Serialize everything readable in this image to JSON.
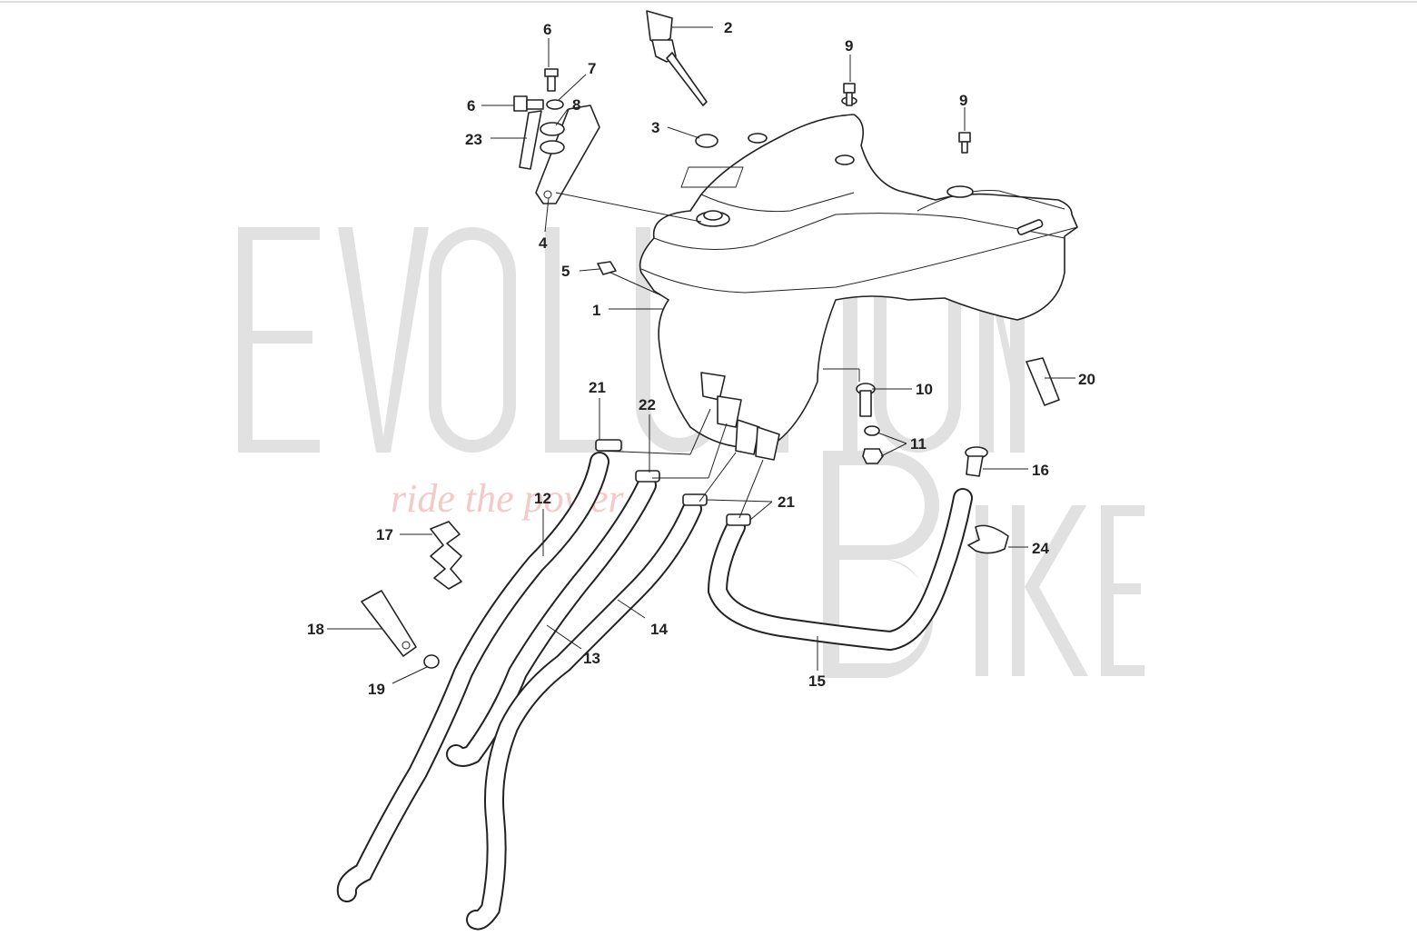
{
  "watermark": {
    "brand": "EvolutionBike",
    "tagline": "ride the power"
  },
  "callouts": [
    {
      "id": "1",
      "text": "1"
    },
    {
      "id": "2",
      "text": "2"
    },
    {
      "id": "3",
      "text": "3"
    },
    {
      "id": "4",
      "text": "4"
    },
    {
      "id": "5",
      "text": "5"
    },
    {
      "id": "6a",
      "text": "6"
    },
    {
      "id": "6b",
      "text": "6"
    },
    {
      "id": "7",
      "text": "7"
    },
    {
      "id": "8",
      "text": "8"
    },
    {
      "id": "9a",
      "text": "9"
    },
    {
      "id": "9b",
      "text": "9"
    },
    {
      "id": "10",
      "text": "10"
    },
    {
      "id": "11",
      "text": "11"
    },
    {
      "id": "12",
      "text": "12"
    },
    {
      "id": "13",
      "text": "13"
    },
    {
      "id": "14",
      "text": "14"
    },
    {
      "id": "15",
      "text": "15"
    },
    {
      "id": "16",
      "text": "16"
    },
    {
      "id": "17",
      "text": "17"
    },
    {
      "id": "18",
      "text": "18"
    },
    {
      "id": "19",
      "text": "19"
    },
    {
      "id": "20",
      "text": "20"
    },
    {
      "id": "21a",
      "text": "21"
    },
    {
      "id": "21b",
      "text": "21"
    },
    {
      "id": "22",
      "text": "22"
    },
    {
      "id": "23",
      "text": "23"
    },
    {
      "id": "24",
      "text": "24"
    }
  ]
}
